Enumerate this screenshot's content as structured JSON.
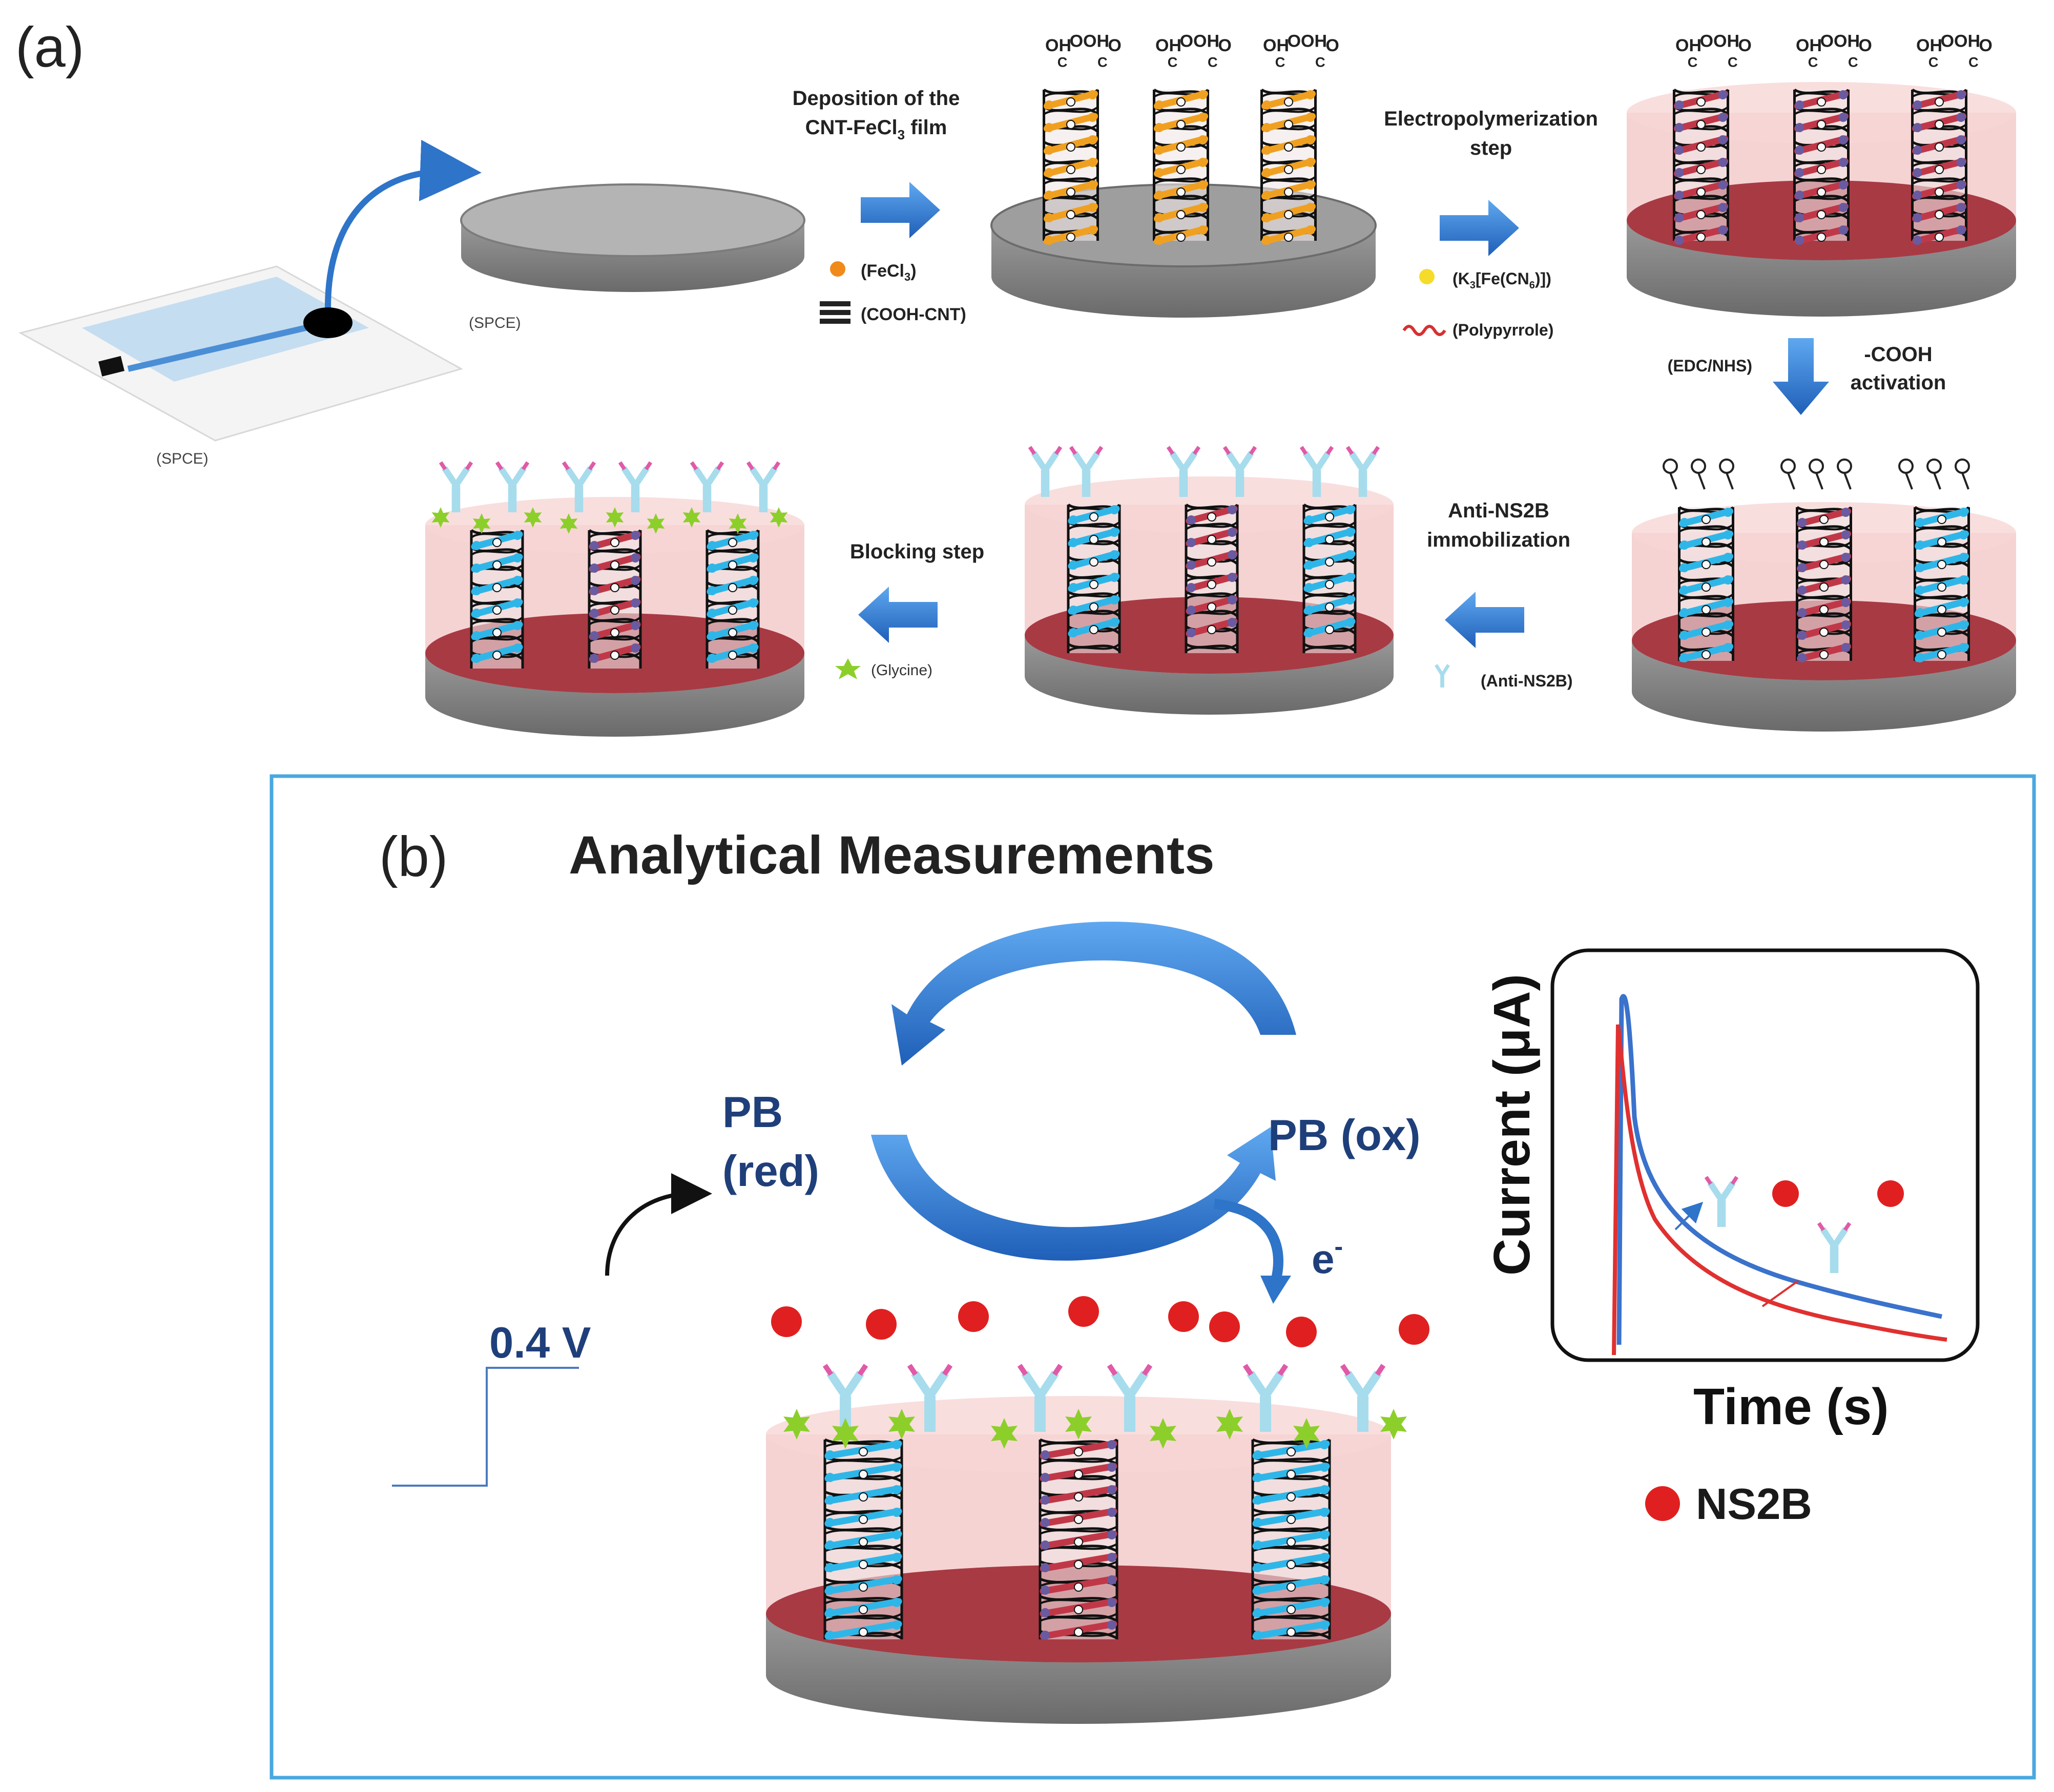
{
  "panel_a": {
    "label": "(a)",
    "spce_sensor_label": "(SPCE)",
    "spce_disk_label": "(SPCE)",
    "step1": {
      "line1": "Deposition of the",
      "line2": "CNT-FeCl",
      "sub": "3",
      "line2_end": " film"
    },
    "legend_fecl3": "(FeCl",
    "legend_fecl3_sub": "3",
    "legend_fecl3_end": ")",
    "legend_cnt": "(COOH-CNT)",
    "step2": {
      "line1": "Electropolymerization",
      "line2": "step"
    },
    "legend_fecn": "(K",
    "legend_fecn_mid": "[Fe(CN",
    "legend_fecn_end": ")])",
    "legend_fecn_sub1": "3",
    "legend_fecn_sub2": "6",
    "legend_ppy": "(Polypyrrole)",
    "step3_left": "(EDC/NHS)",
    "step3_right1": "-COOH",
    "step3_right2": "activation",
    "step4": {
      "line1": "Anti-NS2B",
      "line2": "immobilization"
    },
    "legend_anti": "(Anti-NS2B)",
    "step5": "Blocking step",
    "legend_glycine": "(Glycine)",
    "carboxyl_oh": "OH",
    "carboxyl_ooh": "OOH",
    "carboxyl_o": "O",
    "carboxyl_c": "C"
  },
  "panel_b": {
    "label": "(b)",
    "title": "Analytical Measurements",
    "pb_red1": "PB",
    "pb_red2": "(red)",
    "pb_ox": "PB (ox)",
    "electron": "e",
    "electron_sup": "-",
    "voltage": "0.4 V",
    "ylabel": "Current (μA)",
    "xlabel": "Time (s)",
    "legend_ns2b": "NS2B"
  },
  "colors": {
    "frame": "#4aa8e0",
    "arrow_blue": "#2e74c9",
    "cnt_orange": "#f0a020",
    "cnt_blue": "#2fb6e8",
    "ppy_red": "#b03040",
    "disk_gray": "#8a8a8a",
    "pink_film": "#f3cccc",
    "navy_text": "#1f3f7a",
    "ns2b_red": "#e02020",
    "glycine_green": "#8ccf2a"
  }
}
